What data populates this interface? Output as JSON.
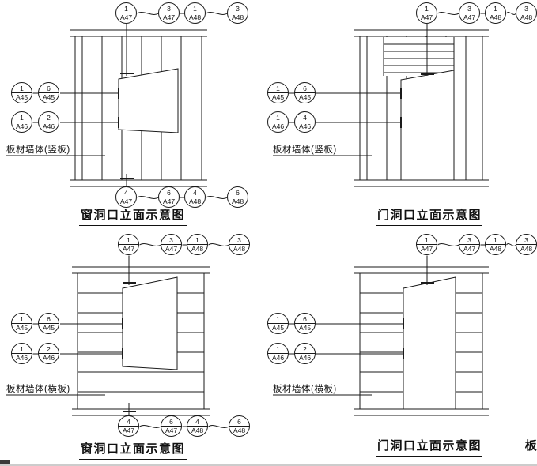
{
  "page": {
    "background": "#ffffff",
    "line_color": "#1a1a1a"
  },
  "diagrams": [
    {
      "title": "窗洞口立面示意图",
      "wall_label": "板材墙体(竖板)",
      "top_callouts": [
        {
          "num": "1",
          "sheet": "A47"
        },
        {
          "num": "3",
          "sheet": "A47"
        },
        {
          "num": "1",
          "sheet": "A48"
        },
        {
          "num": "3",
          "sheet": "A48"
        }
      ],
      "left_callouts": [
        {
          "num": "1",
          "sheet": "A45"
        },
        {
          "num": "6",
          "sheet": "A45"
        },
        {
          "num": "1",
          "sheet": "A46"
        },
        {
          "num": "2",
          "sheet": "A46"
        }
      ],
      "bottom_callouts": [
        {
          "num": "4",
          "sheet": "A47"
        },
        {
          "num": "6",
          "sheet": "A47"
        },
        {
          "num": "4",
          "sheet": "A48"
        },
        {
          "num": "6",
          "sheet": "A48"
        }
      ]
    },
    {
      "title": "门洞口立面示意图",
      "wall_label": "板材墙体(竖板)",
      "top_callouts": [
        {
          "num": "1",
          "sheet": "A47"
        },
        {
          "num": "3",
          "sheet": "A47"
        },
        {
          "num": "1",
          "sheet": "A48"
        },
        {
          "num": "3",
          "sheet": "A48"
        }
      ],
      "left_callouts": [
        {
          "num": "1",
          "sheet": "A45"
        },
        {
          "num": "6",
          "sheet": "A45"
        },
        {
          "num": "1",
          "sheet": "A46"
        },
        {
          "num": "4",
          "sheet": "A46"
        }
      ],
      "bottom_callouts": []
    },
    {
      "title": "窗洞口立面示意图",
      "wall_label": "板材墙体(横板)",
      "top_callouts": [
        {
          "num": "1",
          "sheet": "A47"
        },
        {
          "num": "3",
          "sheet": "A47"
        },
        {
          "num": "1",
          "sheet": "A48"
        },
        {
          "num": "3",
          "sheet": "A48"
        }
      ],
      "left_callouts": [
        {
          "num": "1",
          "sheet": "A45"
        },
        {
          "num": "6",
          "sheet": "A45"
        },
        {
          "num": "1",
          "sheet": "A46"
        },
        {
          "num": "2",
          "sheet": "A46"
        }
      ],
      "bottom_callouts": [
        {
          "num": "4",
          "sheet": "A47"
        },
        {
          "num": "6",
          "sheet": "A47"
        },
        {
          "num": "4",
          "sheet": "A48"
        },
        {
          "num": "6",
          "sheet": "A48"
        }
      ]
    },
    {
      "title": "门洞口立面示意图",
      "wall_label": "板材墙体(横板)",
      "top_callouts": [
        {
          "num": "1",
          "sheet": "A47"
        },
        {
          "num": "3",
          "sheet": "A47"
        },
        {
          "num": "1",
          "sheet": "A48"
        },
        {
          "num": "3",
          "sheet": "A48"
        }
      ],
      "left_callouts": [
        {
          "num": "1",
          "sheet": "A45"
        },
        {
          "num": "6",
          "sheet": "A45"
        },
        {
          "num": "1",
          "sheet": "A46"
        },
        {
          "num": "2",
          "sheet": "A46"
        }
      ],
      "bottom_callouts": []
    }
  ],
  "partial_label": "板"
}
